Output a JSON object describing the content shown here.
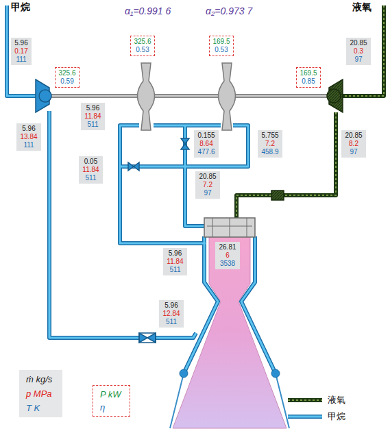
{
  "diagram": {
    "nodes": [
      {
        "text": [
          "5.96",
          "0.17",
          "111"
        ]
      },
      {
        "text": [
          "325.6",
          "0.59"
        ]
      },
      {
        "text": [
          "325.6",
          "0.53"
        ]
      },
      {
        "text": [
          "169.5",
          "0.53"
        ]
      },
      {
        "text": [
          "20.85",
          "0.3",
          "97"
        ]
      },
      {
        "text": [
          "169.5",
          "0.85"
        ]
      },
      {
        "text": [
          "5.96",
          "11.84",
          "511"
        ]
      },
      {
        "text": [
          "5.96",
          "13.84",
          "111"
        ]
      },
      {
        "text": [
          "0.155",
          "8.64",
          "477.6"
        ]
      },
      {
        "text": [
          "5.755",
          "7.2",
          "458.9"
        ]
      },
      {
        "text": [
          "20.85",
          "8.2",
          "97"
        ]
      },
      {
        "text": [
          "0.05",
          "11.84",
          "511"
        ]
      },
      {
        "text": [
          "20.85",
          "7.2",
          "97"
        ]
      },
      {
        "text": [
          "5.96",
          "11.84",
          "511"
        ]
      },
      {
        "text": [
          "26.81",
          "6",
          "3538"
        ]
      },
      {
        "text": [
          "5.96",
          "12.84",
          "511"
        ]
      },
      {
        "text": [
          "ṁ kg/s",
          "p MPa",
          "T K"
        ]
      },
      {
        "text": [
          "P kW",
          "η"
        ]
      }
    ],
    "labels": [
      "甲烷",
      "α₁=0.991 6",
      "α₂=0.973 7",
      "液氧"
    ],
    "legend": [
      {
        "text": "液氧"
      },
      {
        "text": "甲烷"
      }
    ]
  }
}
